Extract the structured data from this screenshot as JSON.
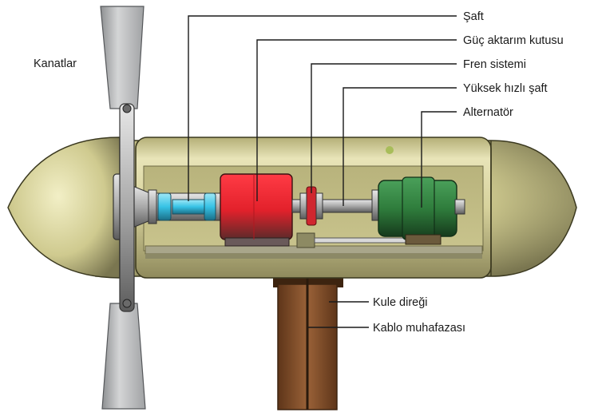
{
  "diagram": {
    "labels": {
      "blades": "Kanatlar",
      "shaft": "Şaft",
      "gearbox": "Güç aktarım kutusu",
      "brake": "Fren sistemi",
      "high_speed_shaft": "Yüksek hızlı şaft",
      "alternator": "Alternatör",
      "tower": "Kule direği",
      "cable_housing": "Kablo muhafazası"
    },
    "colors": {
      "nacelle": "#c9c48a",
      "nose": "#d4cf96",
      "gearbox": "#e3212b",
      "shaft": "#37c3e6",
      "brake": "#d0262f",
      "alternator": "#2f7d3c",
      "tower": "#8a5530",
      "blade": "#b9bbbd"
    }
  }
}
